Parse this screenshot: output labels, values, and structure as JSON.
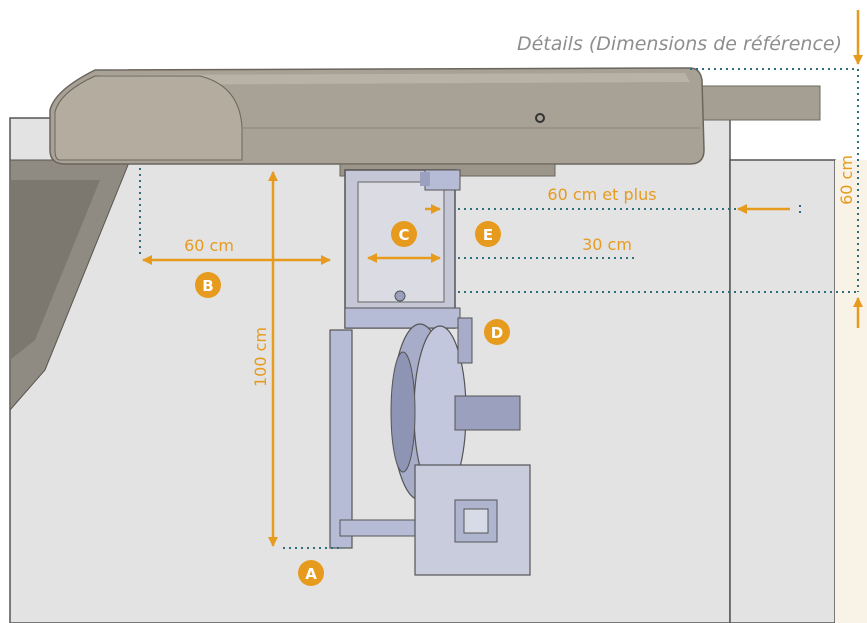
{
  "header": {
    "title": "Détails (Dimensions de référence)"
  },
  "dimensions": {
    "total_height": "60 cm",
    "front_clearance": "60 cm et plus",
    "side_clearance": "30 cm",
    "left_clearance": "60 cm",
    "vertical_height": "100 cm"
  },
  "markers": {
    "a": "A",
    "b": "B",
    "c": "C",
    "d": "D",
    "e": "E"
  },
  "colors": {
    "accent": "#E69B1E",
    "guide": "#2E6E80",
    "machine": "#A8A195",
    "machine_dark": "#8C867B",
    "floor": "#E2E2E2",
    "device": "#B7BCD6",
    "device_dark": "#8E94B4"
  }
}
